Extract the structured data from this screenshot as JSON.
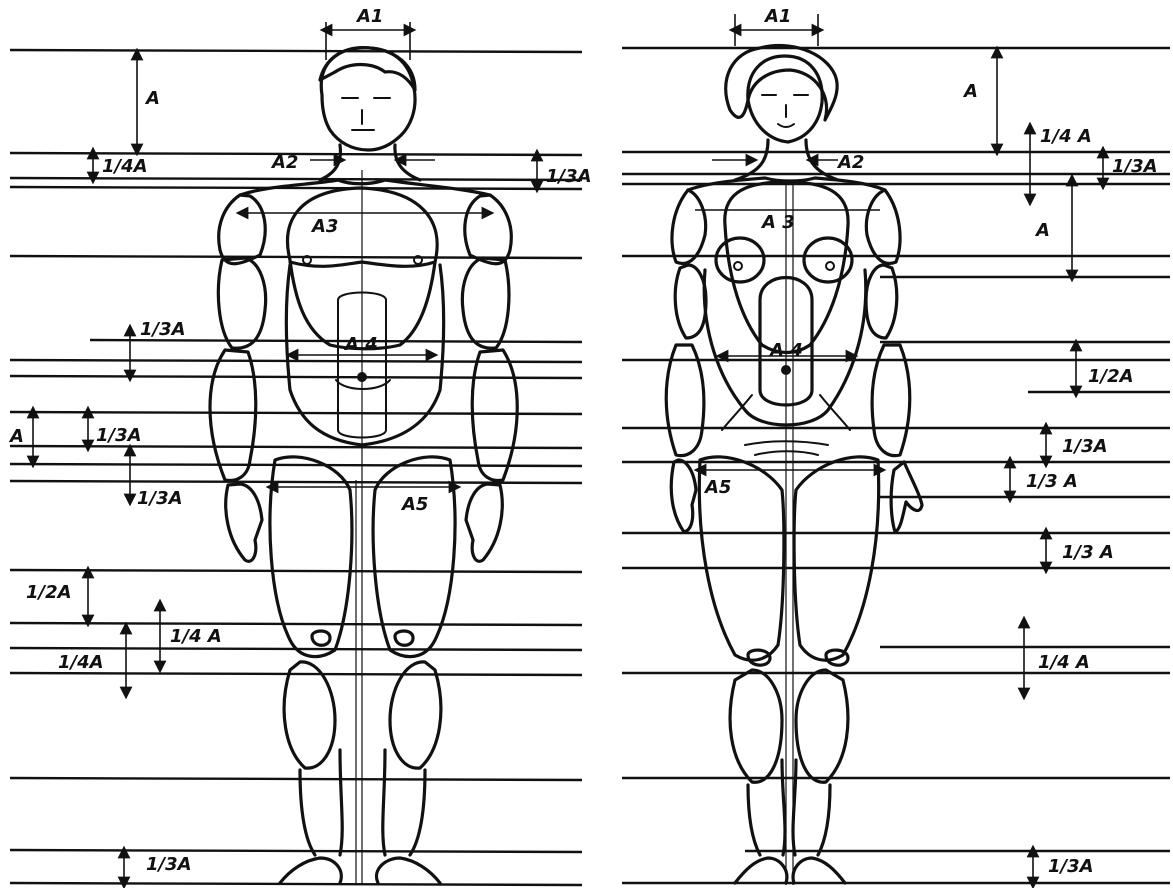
{
  "male": {
    "labels": {
      "a1": "A1",
      "a": "A",
      "quarter_a_neck": "1/4A",
      "third_a_neck": "1/3A",
      "a2": "A2",
      "a3": "A3",
      "third_a_1": "1/3A",
      "a4": "A 4",
      "a_side": "A",
      "third_a_2": "1/3A",
      "third_a_3": "1/3A",
      "a5": "A5",
      "half_a": "1/2A",
      "quarter_a_1": "1/4 A",
      "quarter_a_2": "1/4A",
      "third_a_bottom": "1/3A"
    }
  },
  "female": {
    "labels": {
      "a1": "A1",
      "a": "A",
      "quarter_a": "1/4 A",
      "third_a_neck": "1/3A",
      "a2": "A2",
      "a3": "A 3",
      "a_right": "A",
      "a4": "A 4",
      "half_a": "1/2A",
      "third_a_1": "1/3A",
      "third_a_2": "1/3 A",
      "a5": "A5",
      "third_a_3": "1/3 A",
      "third_a_bottom": "1/3A"
    }
  },
  "colors": {
    "ink": "#111111",
    "paper": "#ffffff"
  }
}
